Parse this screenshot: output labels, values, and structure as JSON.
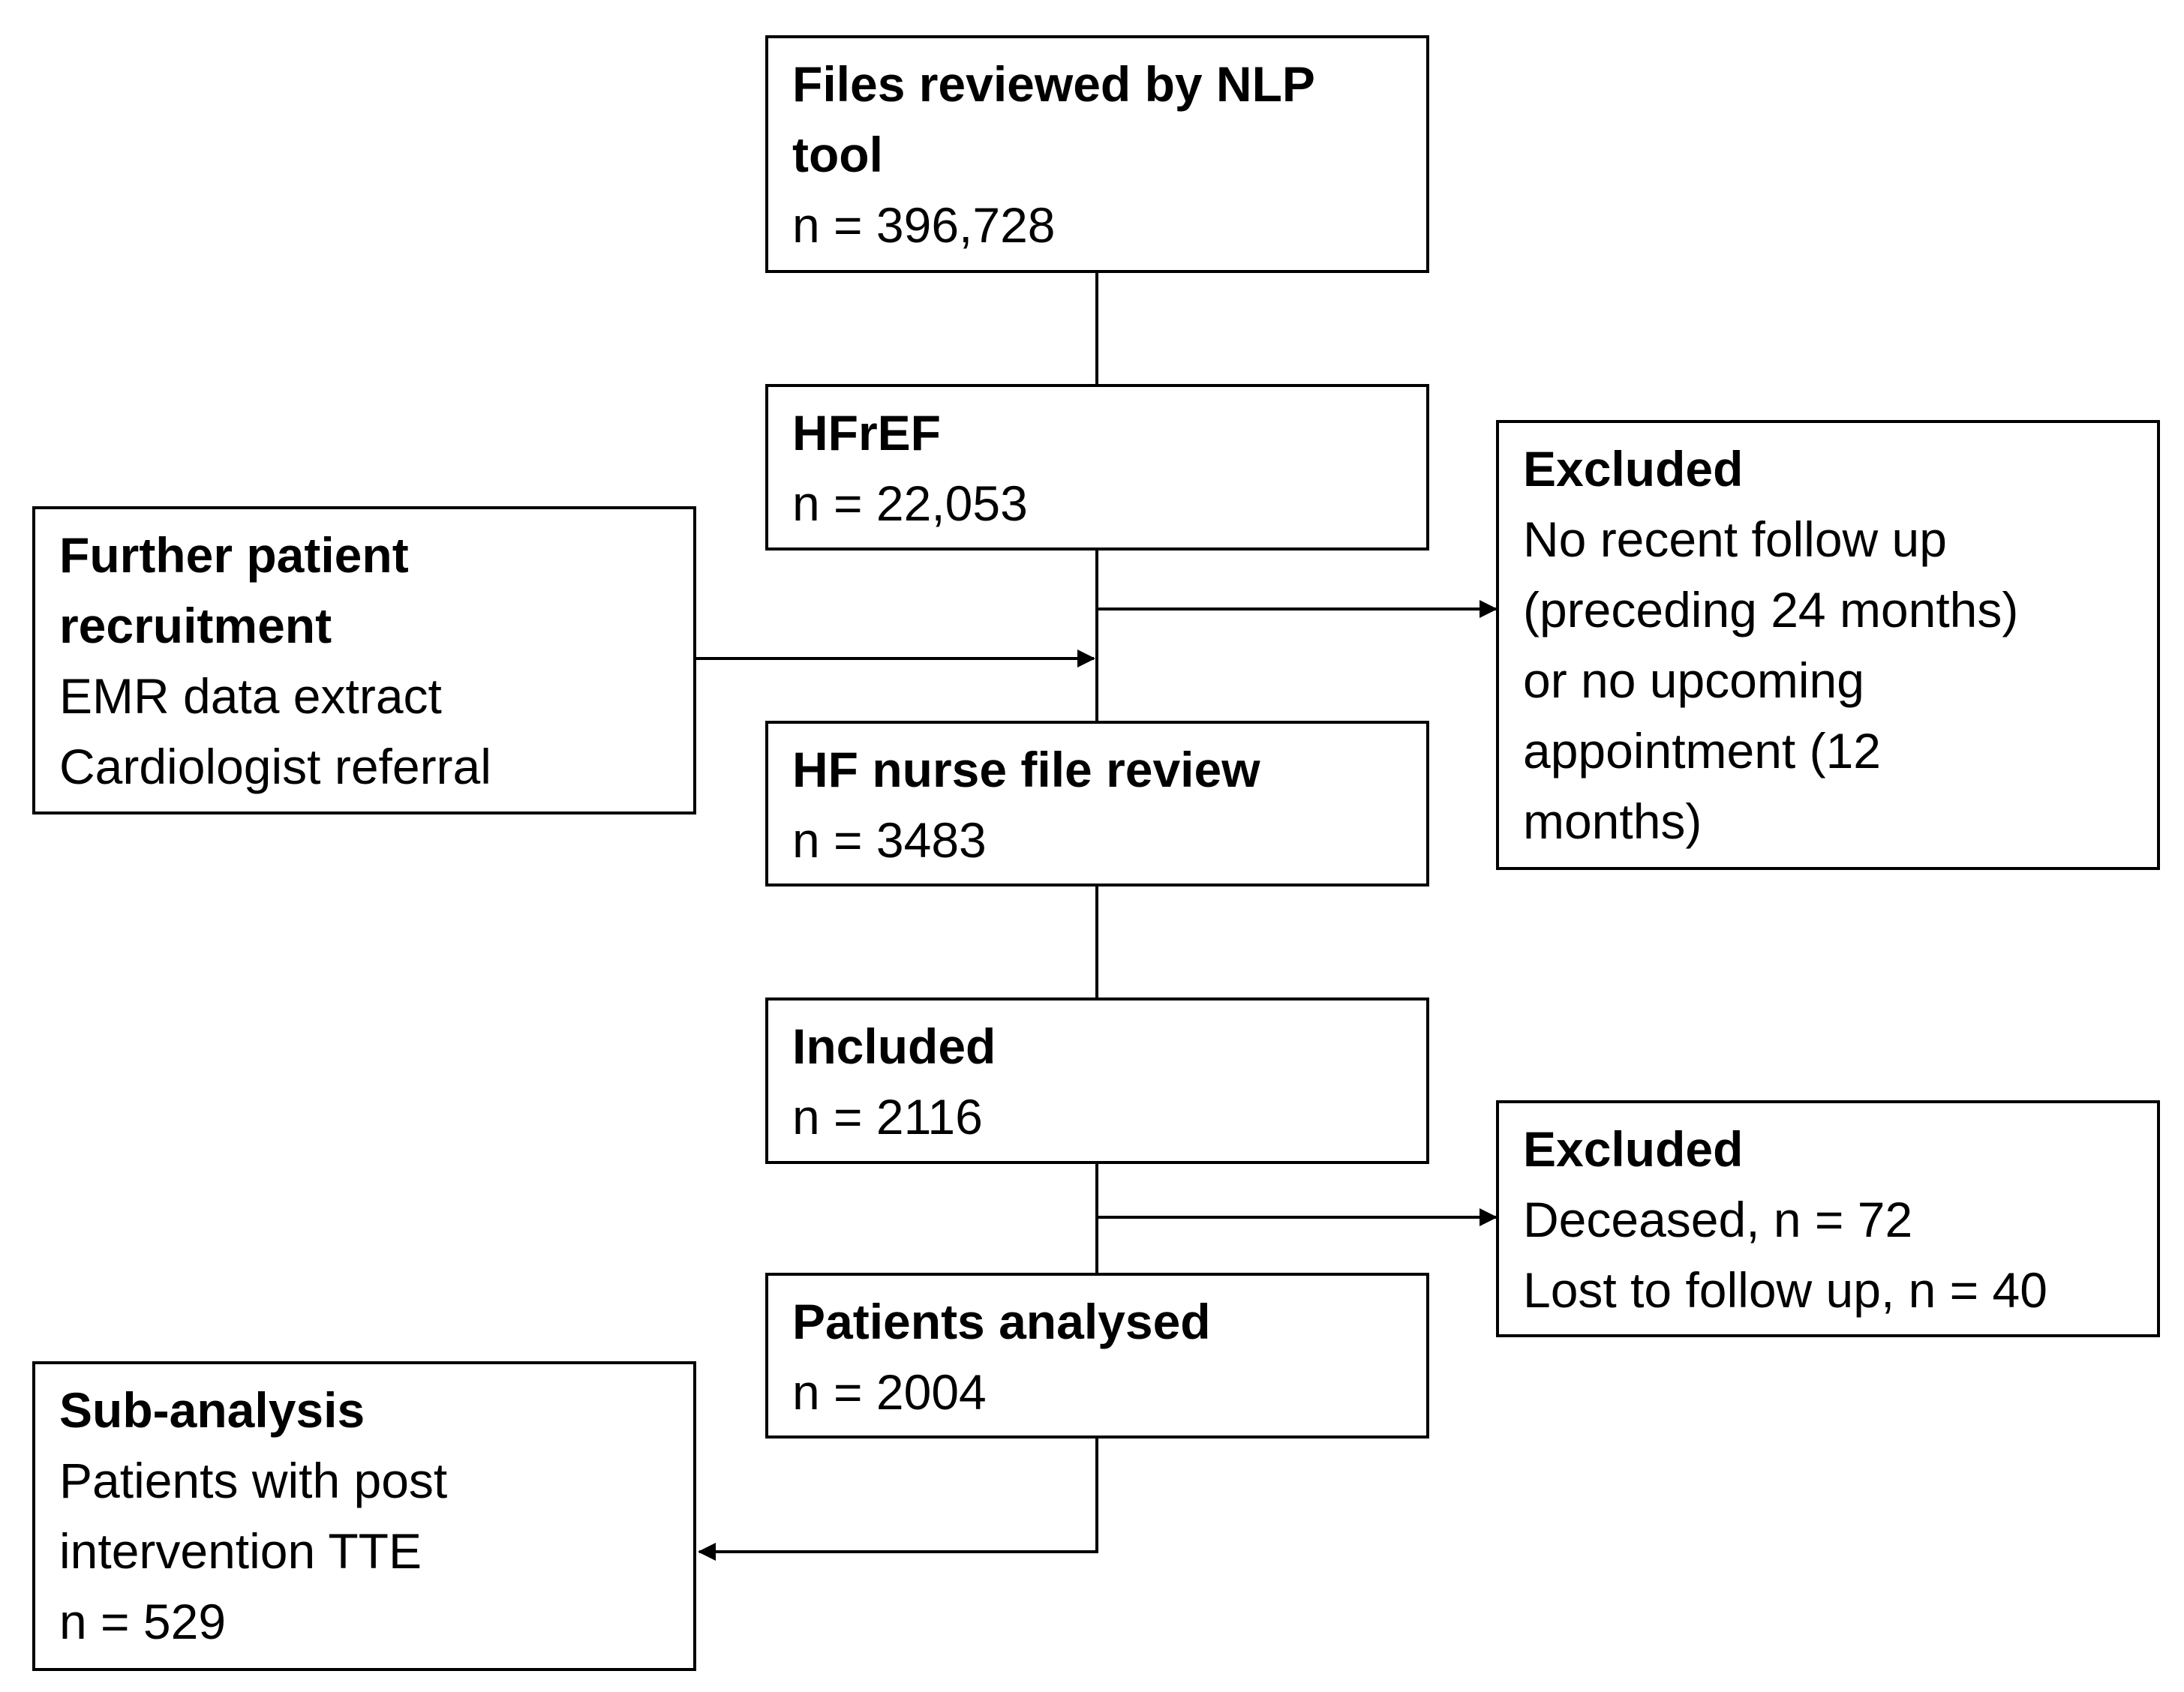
{
  "boxes": {
    "files_reviewed": {
      "title_lines": [
        "Files reviewed by NLP",
        "tool"
      ],
      "lines": [
        "n = 396,728"
      ]
    },
    "hfref": {
      "title_lines": [
        "HFrEF"
      ],
      "lines": [
        "n = 22,053"
      ]
    },
    "further_recruitment": {
      "title_lines": [
        "Further patient",
        "recruitment"
      ],
      "lines": [
        "EMR data extract",
        "Cardiologist referral"
      ]
    },
    "excluded_followup": {
      "title_lines": [
        "Excluded"
      ],
      "lines": [
        "No recent follow up",
        "(preceding 24 months)",
        "or no upcoming",
        "appointment (12",
        "months)"
      ]
    },
    "hf_nurse_review": {
      "title_lines": [
        "HF nurse file review"
      ],
      "lines": [
        "n = 3483"
      ]
    },
    "included": {
      "title_lines": [
        "Included"
      ],
      "lines": [
        "n = 2116"
      ]
    },
    "excluded_deceased": {
      "title_lines": [
        "Excluded"
      ],
      "lines": [
        "Deceased, n = 72",
        "Lost to follow up, n = 40"
      ]
    },
    "patients_analysed": {
      "title_lines": [
        "Patients analysed"
      ],
      "lines": [
        "n = 2004"
      ]
    },
    "sub_analysis": {
      "title_lines": [
        "Sub-analysis"
      ],
      "lines": [
        "Patients with post",
        "intervention TTE",
        "n = 529"
      ]
    }
  },
  "colors": {
    "line": "#000000",
    "background": "#ffffff"
  }
}
